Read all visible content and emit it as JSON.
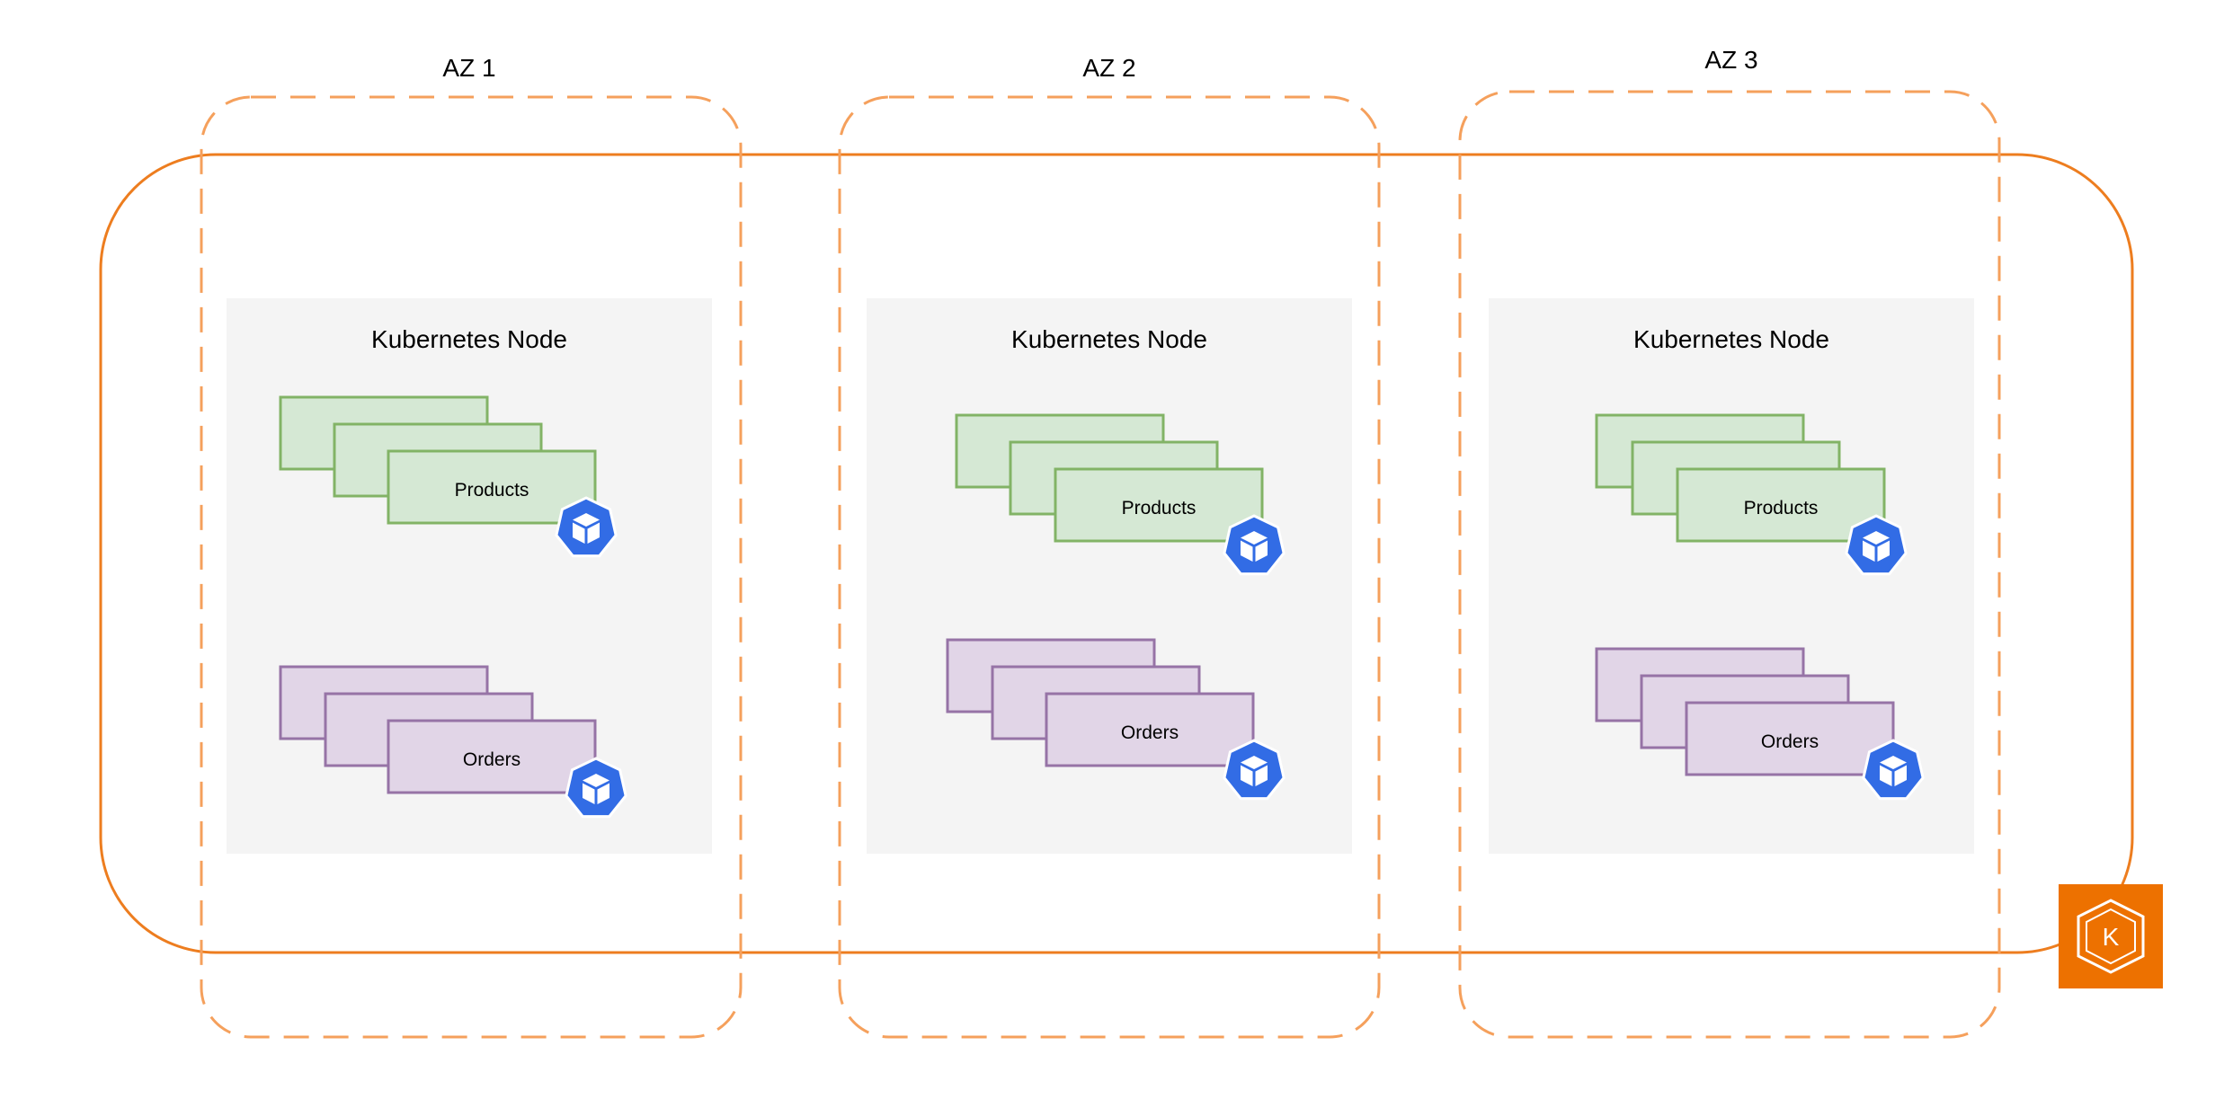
{
  "diagram": {
    "cluster": {
      "border_color": "#ED7D1F",
      "badge": {
        "icon": "eks-icon",
        "letter": "K",
        "color": "#ED7100"
      }
    },
    "zones": [
      {
        "label": "AZ 1",
        "node": {
          "title": "Kubernetes Node",
          "deployments": [
            {
              "label": "Products",
              "icon": "kubernetes-pod-icon"
            },
            {
              "label": "Orders",
              "icon": "kubernetes-pod-icon"
            }
          ]
        }
      },
      {
        "label": "AZ 2",
        "node": {
          "title": "Kubernetes Node",
          "deployments": [
            {
              "label": "Products",
              "icon": "kubernetes-pod-icon"
            },
            {
              "label": "Orders",
              "icon": "kubernetes-pod-icon"
            }
          ]
        }
      },
      {
        "label": "AZ 3",
        "node": {
          "title": "Kubernetes Node",
          "deployments": [
            {
              "label": "Products",
              "icon": "kubernetes-pod-icon"
            },
            {
              "label": "Orders",
              "icon": "kubernetes-pod-icon"
            }
          ]
        }
      }
    ],
    "colors": {
      "az_border": "#F5A05C",
      "node_fill": "#F4F4F4",
      "products_fill": "#D5E8D4",
      "products_stroke": "#82B366",
      "orders_fill": "#E1D5E7",
      "orders_stroke": "#9673A6",
      "k8s_blue": "#326CE5"
    }
  }
}
